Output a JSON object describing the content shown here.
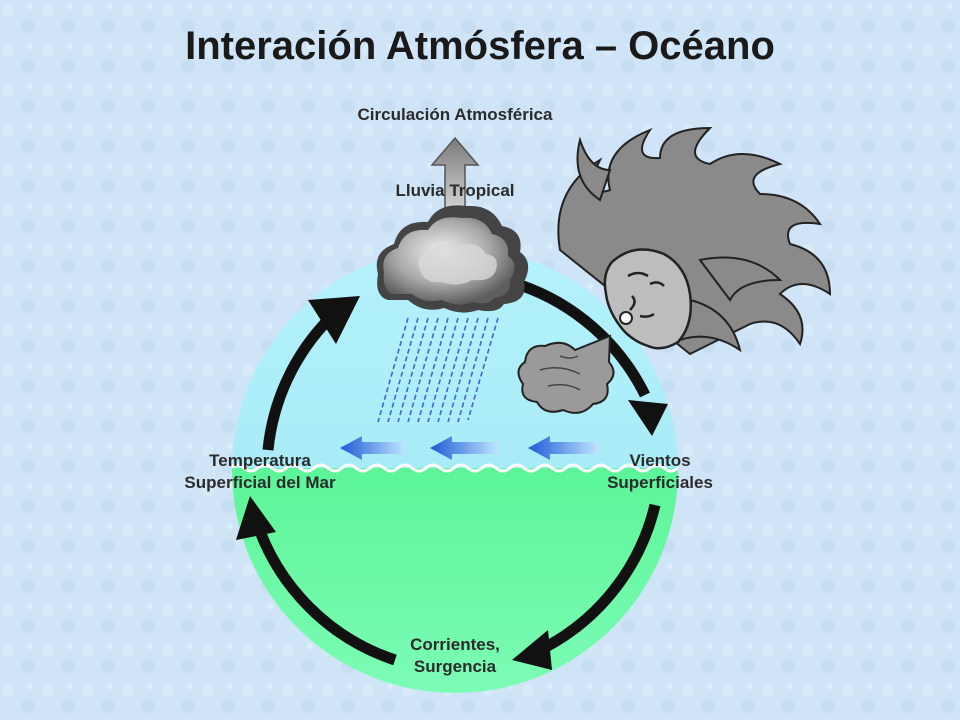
{
  "title": "Interación Atmósfera – Océano",
  "labels": {
    "circulation": "Circulación Atmosférica",
    "rain": "Lluvia Tropical",
    "sst_line1": "Temperatura",
    "sst_line2": "Superficial del Mar",
    "winds_line1": "Vientos",
    "winds_line2": "Superficiales",
    "currents_line1": "Corrientes,",
    "currents_line2": "Surgencia"
  },
  "colors": {
    "background": "#cfe4f6",
    "sky": "#b4f2fc",
    "sea": "#6dfca4",
    "arrow": "#111111",
    "wind_arrow": "#2a6ad8",
    "rain": "#4a5fd8"
  },
  "icons": {
    "cloud": "storm-cloud-icon",
    "wind_face": "wind-face-icon",
    "puff": "wind-puff-icon"
  }
}
